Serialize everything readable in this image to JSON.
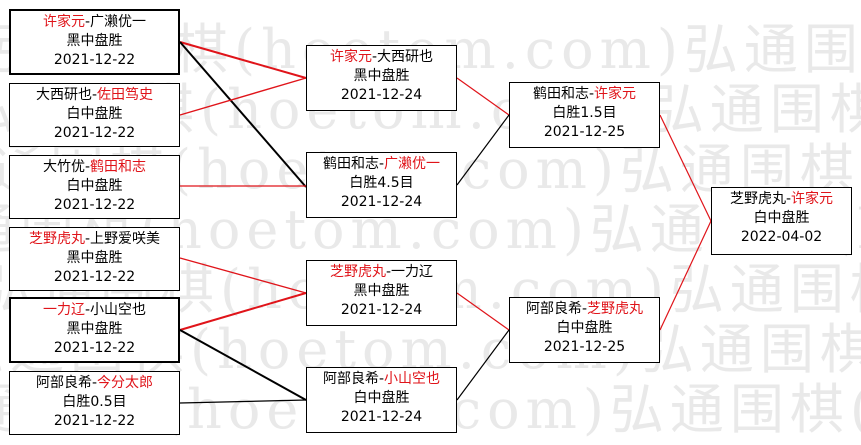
{
  "watermark": "弘通围棋(hoetom.com)弘通围棋(hoetom.com)",
  "colors": {
    "winner": "#e0141a",
    "loser_line": "#000000",
    "winner_line": "#e0141a",
    "watermark": "#e9e9e9"
  },
  "round1": [
    {
      "p1": "许家元",
      "p2": "广濑优一",
      "winner": 1,
      "result": "黑中盘胜",
      "date": "2021-12-22"
    },
    {
      "p1": "大西研也",
      "p2": "佐田笃史",
      "winner": 2,
      "result": "白中盘胜",
      "date": "2021-12-22"
    },
    {
      "p1": "大竹优",
      "p2": "鹤田和志",
      "winner": 2,
      "result": "白中盘胜",
      "date": "2021-12-22"
    },
    {
      "p1": "芝野虎丸",
      "p2": "上野爱咲美",
      "winner": 1,
      "result": "黑中盘胜",
      "date": "2021-12-22"
    },
    {
      "p1": "一力辽",
      "p2": "小山空也",
      "winner": 1,
      "result": "黑中盘胜",
      "date": "2021-12-22"
    },
    {
      "p1": "阿部良希",
      "p2": "今分太郎",
      "winner": 2,
      "result": "白胜0.5目",
      "date": "2021-12-22"
    }
  ],
  "round2": [
    {
      "p1": "许家元",
      "p2": "大西研也",
      "winner": 1,
      "result": "黑中盘胜",
      "date": "2021-12-24"
    },
    {
      "p1": "鹤田和志",
      "p2": "广濑优一",
      "winner": 2,
      "result": "白胜4.5目",
      "date": "2021-12-24"
    },
    {
      "p1": "芝野虎丸",
      "p2": "一力辽",
      "winner": 1,
      "result": "黑中盘胜",
      "date": "2021-12-24"
    },
    {
      "p1": "阿部良希",
      "p2": "小山空也",
      "winner": 2,
      "result": "白中盘胜",
      "date": "2021-12-24"
    }
  ],
  "round3": [
    {
      "p1": "鹤田和志",
      "p2": "许家元",
      "winner": 2,
      "result": "白胜1.5目",
      "date": "2021-12-25"
    },
    {
      "p1": "阿部良希",
      "p2": "芝野虎丸",
      "winner": 2,
      "result": "白中盘胜",
      "date": "2021-12-25"
    }
  ],
  "final": [
    {
      "p1": "芝野虎丸",
      "p2": "许家元",
      "winner": 2,
      "result": "白中盘胜",
      "date": "2022-04-02"
    }
  ]
}
